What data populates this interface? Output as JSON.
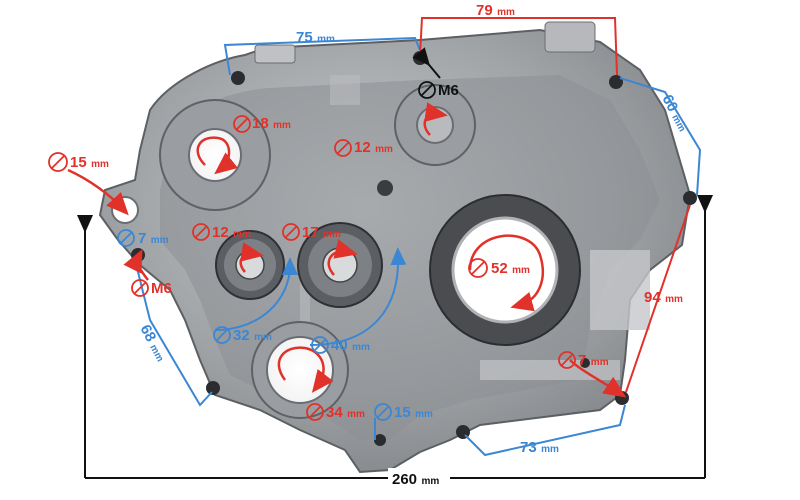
{
  "colors": {
    "red": "#e0322a",
    "blue": "#3b87d4",
    "black": "#111111",
    "metal": "#a7aaad",
    "metal_dark": "#6c6f73",
    "metal_light": "#cfd1d3"
  },
  "labels": {
    "top_75": {
      "value": "75",
      "unit": "mm",
      "color": "blue"
    },
    "top_79": {
      "value": "79",
      "unit": "mm",
      "color": "red"
    },
    "m6_top": {
      "value": "M6",
      "unit": "",
      "color": "black"
    },
    "right_60": {
      "value": "60",
      "unit": "mm",
      "color": "blue"
    },
    "hole_18": {
      "value": "18",
      "unit": "mm",
      "color": "red"
    },
    "hole_12_top": {
      "value": "12",
      "unit": "mm",
      "color": "red"
    },
    "left_15": {
      "value": "15",
      "unit": "mm",
      "color": "red"
    },
    "left_7": {
      "value": "7",
      "unit": "mm",
      "color": "blue"
    },
    "left_m6": {
      "value": "M6",
      "unit": "",
      "color": "red"
    },
    "bearing_12": {
      "value": "12",
      "unit": "mm",
      "color": "red"
    },
    "bearing_17": {
      "value": "17",
      "unit": "mm",
      "color": "red"
    },
    "big_52": {
      "value": "52",
      "unit": "mm",
      "color": "red"
    },
    "right_94": {
      "value": "94",
      "unit": "mm",
      "color": "red"
    },
    "left_68": {
      "value": "68",
      "unit": "mm",
      "color": "blue"
    },
    "bearing_32": {
      "value": "32",
      "unit": "mm",
      "color": "blue"
    },
    "bearing_40": {
      "value": "40",
      "unit": "mm",
      "color": "blue"
    },
    "right_7": {
      "value": "7",
      "unit": "mm",
      "color": "red"
    },
    "hole_34": {
      "value": "34",
      "unit": "mm",
      "color": "red"
    },
    "hole_15_bottom": {
      "value": "15",
      "unit": "mm",
      "color": "blue"
    },
    "bottom_73": {
      "value": "73",
      "unit": "mm",
      "color": "blue"
    },
    "overall_260": {
      "value": "260",
      "unit": "mm",
      "color": "black"
    }
  }
}
